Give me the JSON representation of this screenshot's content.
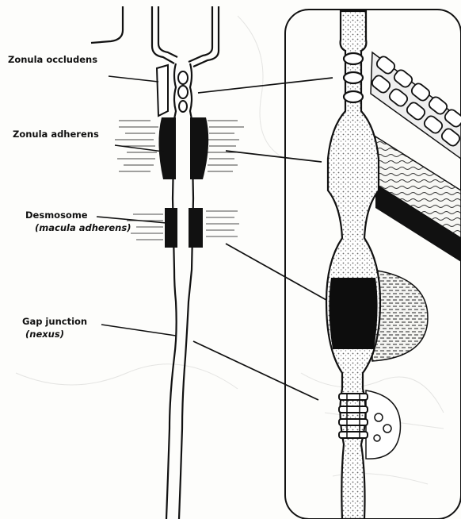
{
  "labels": {
    "zonula_occludens": "Zonula occludens",
    "zonula_adherens": "Zonula adherens",
    "desmosome": "Desmosome",
    "desmosome_alt": "(macula adherens)",
    "gap_junction": "Gap junction",
    "gap_junction_alt": "(nexus)"
  },
  "colors": {
    "ink": "#111111",
    "paper": "#fdfdfb",
    "stipple": "#9a9a9a"
  }
}
